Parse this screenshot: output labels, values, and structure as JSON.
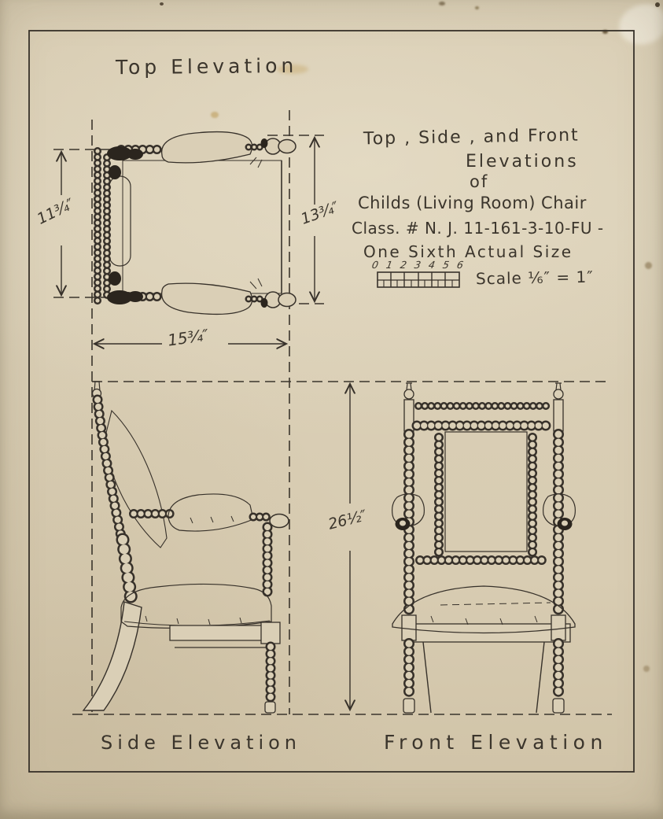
{
  "labels": {
    "top_elevation": "Top Elevation",
    "side_elevation": "Side Elevation",
    "front_elevation": "Front Elevation"
  },
  "title_block": {
    "line1": "Top , Side , and Front",
    "line2": "Elevations",
    "line3": "of",
    "line4": "Childs (Living Room) Chair",
    "line5": "Class. # N. J. 11-161-3-10-FU -",
    "line6": "One Sixth Actual Size"
  },
  "scale": {
    "ticks": [
      "0",
      "1",
      "2",
      "3",
      "4",
      "5",
      "6"
    ],
    "label": "Scale ⅙″ = 1″"
  },
  "dimensions": {
    "top_depth": "11¾″",
    "top_overall": "13¾″",
    "top_width": "15¾″",
    "height": "26½″"
  },
  "colors": {
    "paper": "#d9cdb4",
    "ink": "#37312a"
  }
}
